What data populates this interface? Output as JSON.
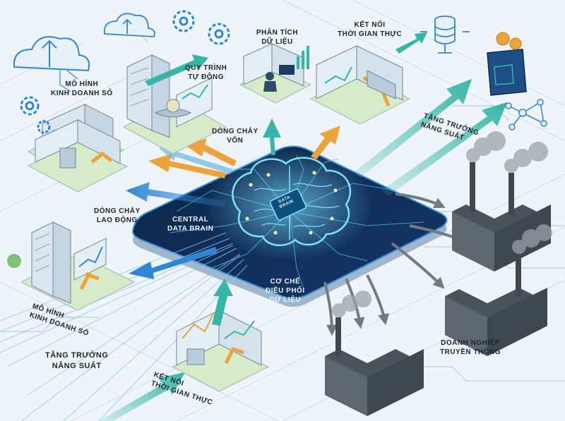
{
  "labels": {
    "mo_hinh_top": [
      "MÔ HÌNH",
      "KINH DOANH SỐ"
    ],
    "quy_trinh": [
      "QUY TRÌNH",
      "TỰ ĐỘNG"
    ],
    "phan_tich": [
      "PHÂN TÍCH",
      "DỮ LIỆU"
    ],
    "ket_noi_top": [
      "KẾT NỐI",
      "THỜI GIAN THỰC"
    ],
    "dong_chay_von": [
      "DÒNG CHẢY",
      "VỐN"
    ],
    "tang_truong_top": [
      "TĂNG TRƯỞNG",
      "NĂNG SUẤT"
    ],
    "dong_chay_lao_dong": [
      "DÒNG CHẢY",
      "LAO ĐỘNG"
    ],
    "central": [
      "CENTRAL",
      "DATA BRAIN"
    ],
    "chip": [
      "DATA",
      "BRAIN"
    ],
    "co_che": [
      "CƠ CHẾ",
      "ĐIỀU PHỐI",
      "DỮ LIỆU"
    ],
    "mo_hinh_bottom": [
      "MÔ HÌNH",
      "KINH DOANH SỐ"
    ],
    "tang_truong_bottom": [
      "TĂNG TRƯỞNG",
      "NĂNG SUẤT"
    ],
    "ket_noi_bottom": [
      "KẾT NỐI",
      "THỜI GIAN THỰC"
    ],
    "doanh_nghiep": [
      "DOANH NGHIỆP",
      "TRUYỀN THỐNG"
    ]
  },
  "colors": {
    "background": "#eef4f8",
    "platform": "#0f2a4e",
    "glow": "#4fd1ff",
    "arrow_orange": "#f0a23a",
    "arrow_teal": "#36b6a8",
    "arrow_blue": "#2f86d6",
    "factory": "#4a535c"
  },
  "icons": [
    "cloud-icon",
    "gear-icon",
    "database-icon",
    "wallet-icon",
    "network-icon",
    "bitcoin-icon",
    "brain-icon",
    "chip-icon"
  ]
}
